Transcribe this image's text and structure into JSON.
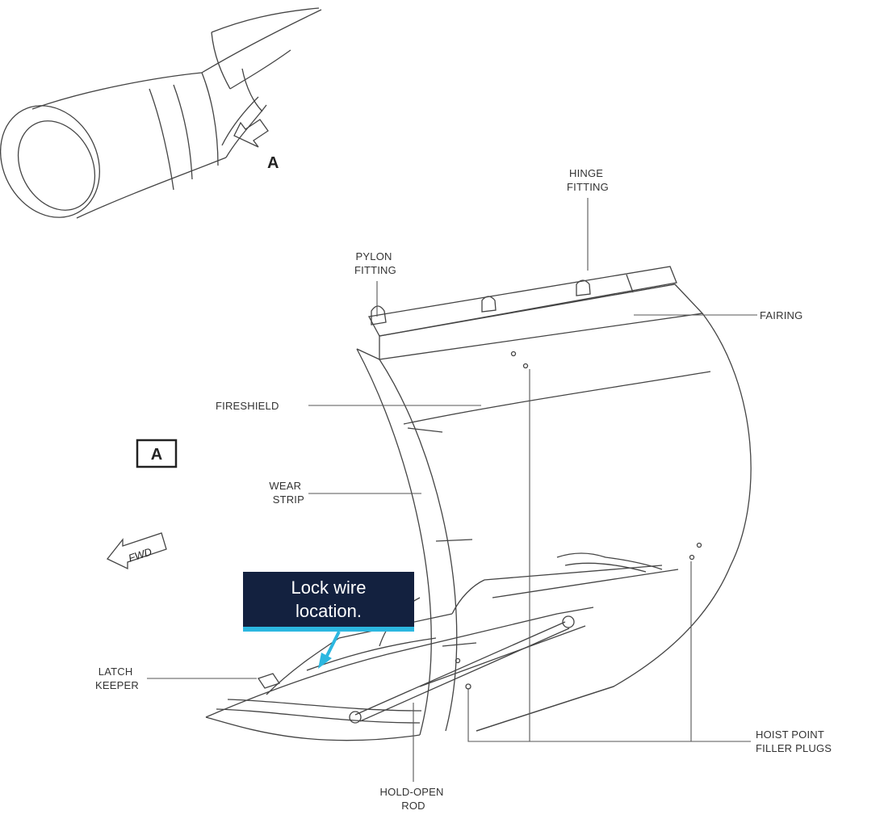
{
  "labels": {
    "view_letter": "A",
    "view_box_letter": "A",
    "hinge_fitting": [
      "HINGE",
      "FITTING"
    ],
    "pylon_fitting": [
      "PYLON",
      "FITTING"
    ],
    "fairing": "FAIRING",
    "fireshield": "FIRESHIELD",
    "wear_strip": [
      "WEAR",
      "STRIP"
    ],
    "fwd": "FWD",
    "latch_keeper": [
      "LATCH",
      "KEEPER"
    ],
    "hold_open_rod": [
      "HOLD-OPEN",
      "ROD"
    ],
    "hoist_point": [
      "HOIST POINT",
      "FILLER PLUGS"
    ]
  },
  "callout": {
    "lines": [
      "Lock wire",
      "location."
    ],
    "bg_color": "#13213f",
    "accent_color": "#2cb7e0"
  }
}
